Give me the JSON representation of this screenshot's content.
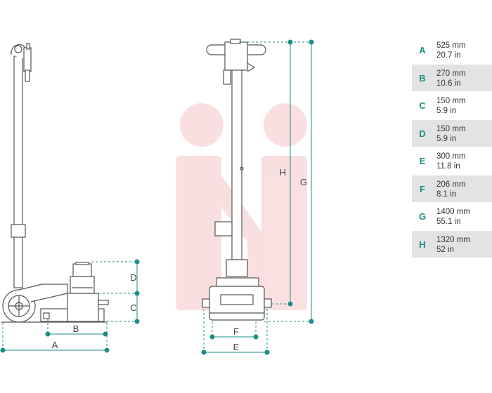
{
  "dimension_labels": [
    "A",
    "B",
    "C",
    "D",
    "E",
    "F",
    "G",
    "H"
  ],
  "specs": [
    {
      "letter": "A",
      "mm": "525 mm",
      "inch": "20.7 in"
    },
    {
      "letter": "B",
      "mm": "270 mm",
      "inch": "10.6 in"
    },
    {
      "letter": "C",
      "mm": "150 mm",
      "inch": "5.9 in"
    },
    {
      "letter": "D",
      "mm": "150 mm",
      "inch": "5.9 in"
    },
    {
      "letter": "E",
      "mm": "300 mm",
      "inch": "11.8 in"
    },
    {
      "letter": "F",
      "mm": "206 mm",
      "inch": "8.1 in"
    },
    {
      "letter": "G",
      "mm": "1400 mm",
      "inch": "55.1 in"
    },
    {
      "letter": "H",
      "mm": "1320 mm",
      "inch": "52 in"
    }
  ],
  "colors": {
    "dimension_line": "#1a8f86",
    "outline": "#555555",
    "watermark": "#f9d5d8",
    "row_shade": "#e3e3e3"
  }
}
